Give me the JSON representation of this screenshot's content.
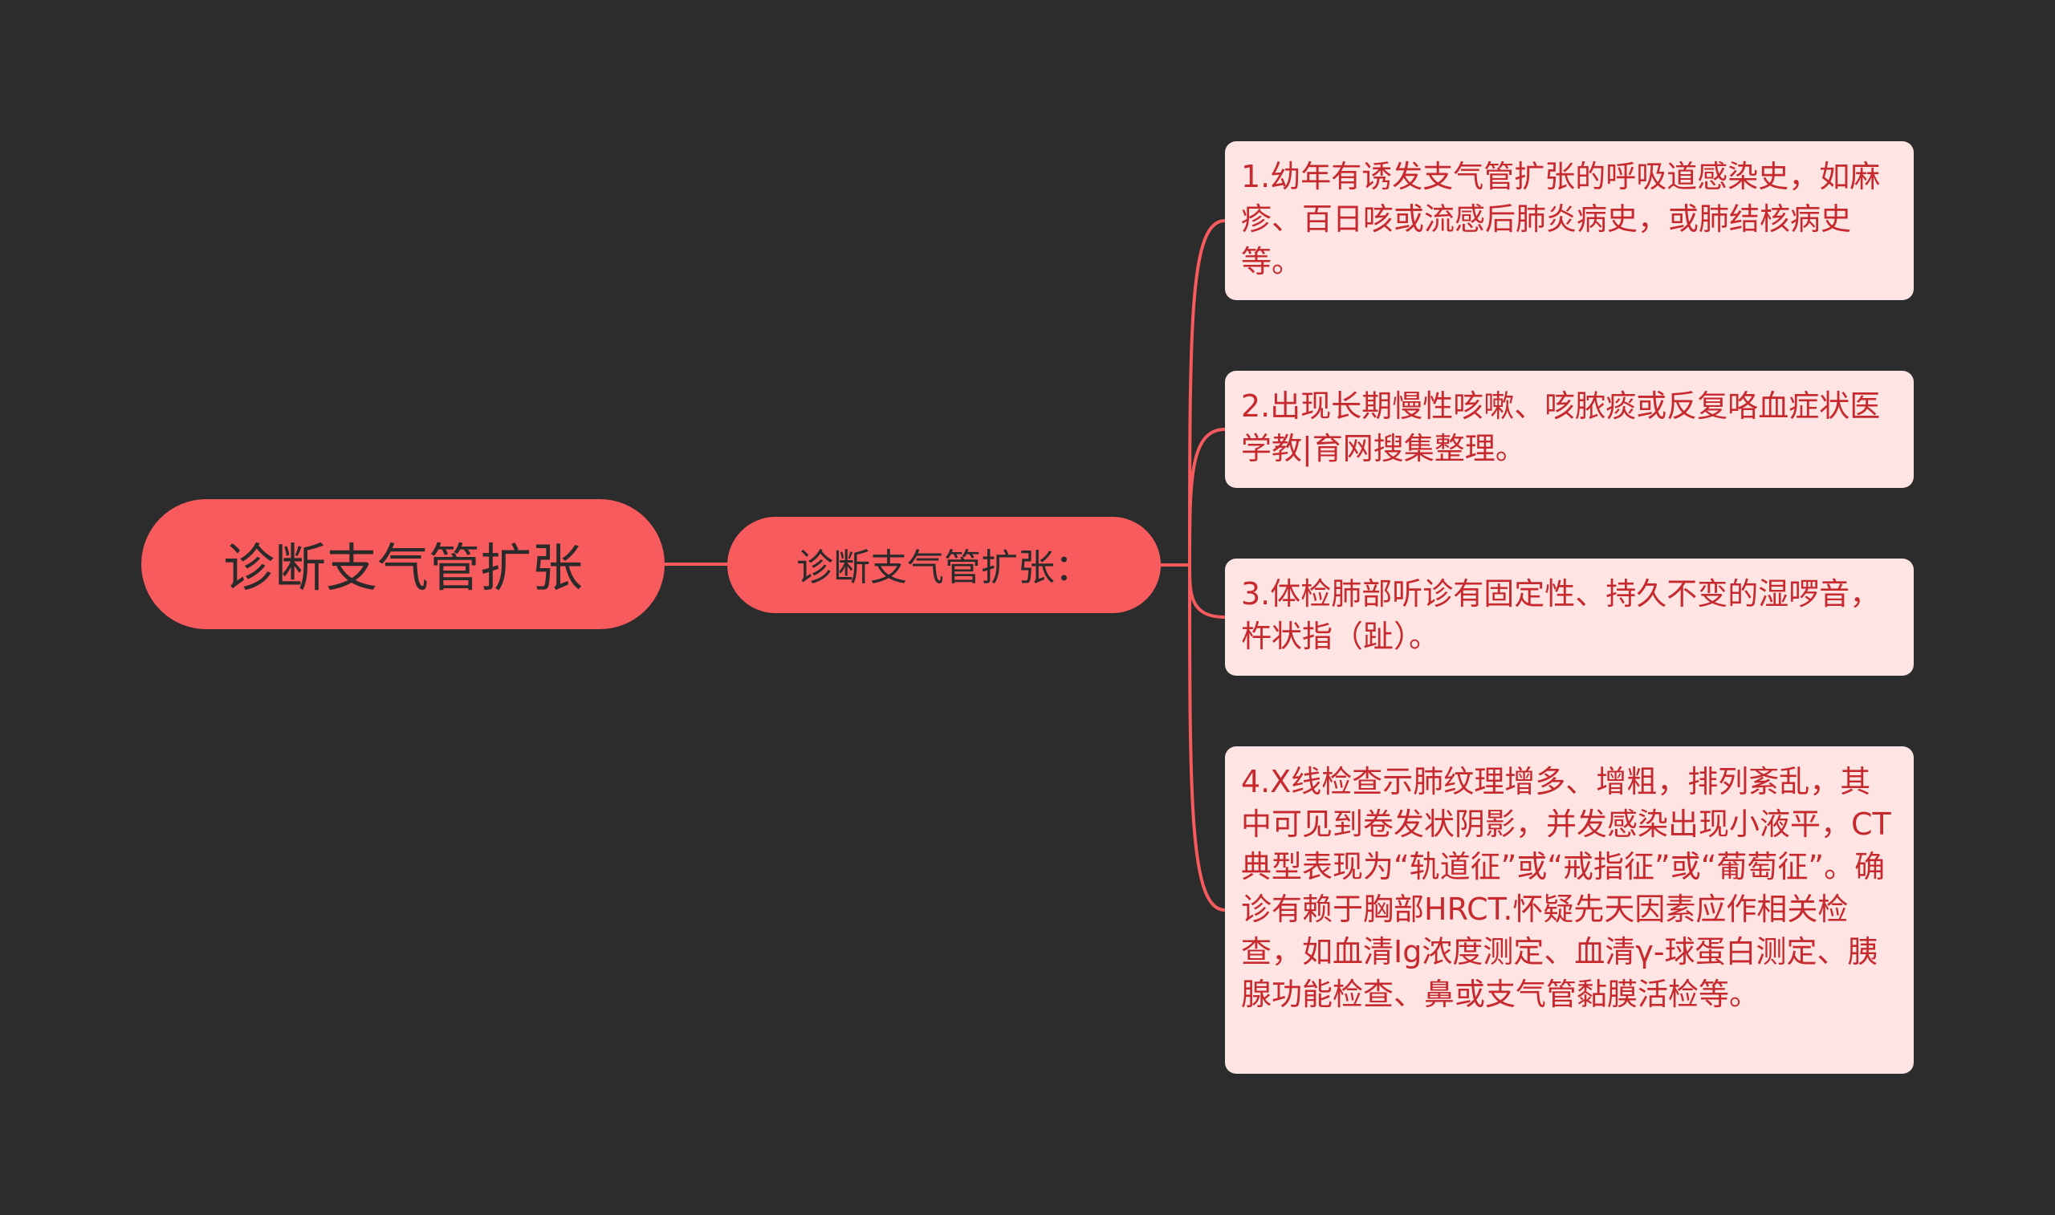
{
  "diagram": {
    "type": "mindmap",
    "colors": {
      "background": "#2c2c2c",
      "node_fill": "#f85b5d",
      "leaf_fill": "#ffe4e4",
      "leaf_text": "#c62a2e",
      "connector": "#f85b5d"
    },
    "root": {
      "label": "诊断支气管扩张"
    },
    "branch": {
      "label": "诊断支气管扩张："
    },
    "leaves": [
      {
        "text": "1.幼年有诱发支气管扩张的呼吸道感染史，如麻疹、百日咳或流感后肺炎病史，或肺结核病史等。"
      },
      {
        "text": "2.出现长期慢性咳嗽、咳脓痰或反复咯血症状医学教|育网搜集整理。"
      },
      {
        "text": "3.体检肺部听诊有固定性、持久不变的湿啰音，杵状指（趾）。"
      },
      {
        "text": "4.X线检查示肺纹理增多、增粗，排列紊乱，其中可见到卷发状阴影，并发感染出现小液平，CT典型表现为“轨道征”或“戒指征”或“葡萄征”。确诊有赖于胸部HRCT.怀疑先天因素应作相关检查，如血清Ig浓度测定、血清γ-球蛋白测定、胰腺功能检查、鼻或支气管黏膜活检等。"
      }
    ]
  }
}
